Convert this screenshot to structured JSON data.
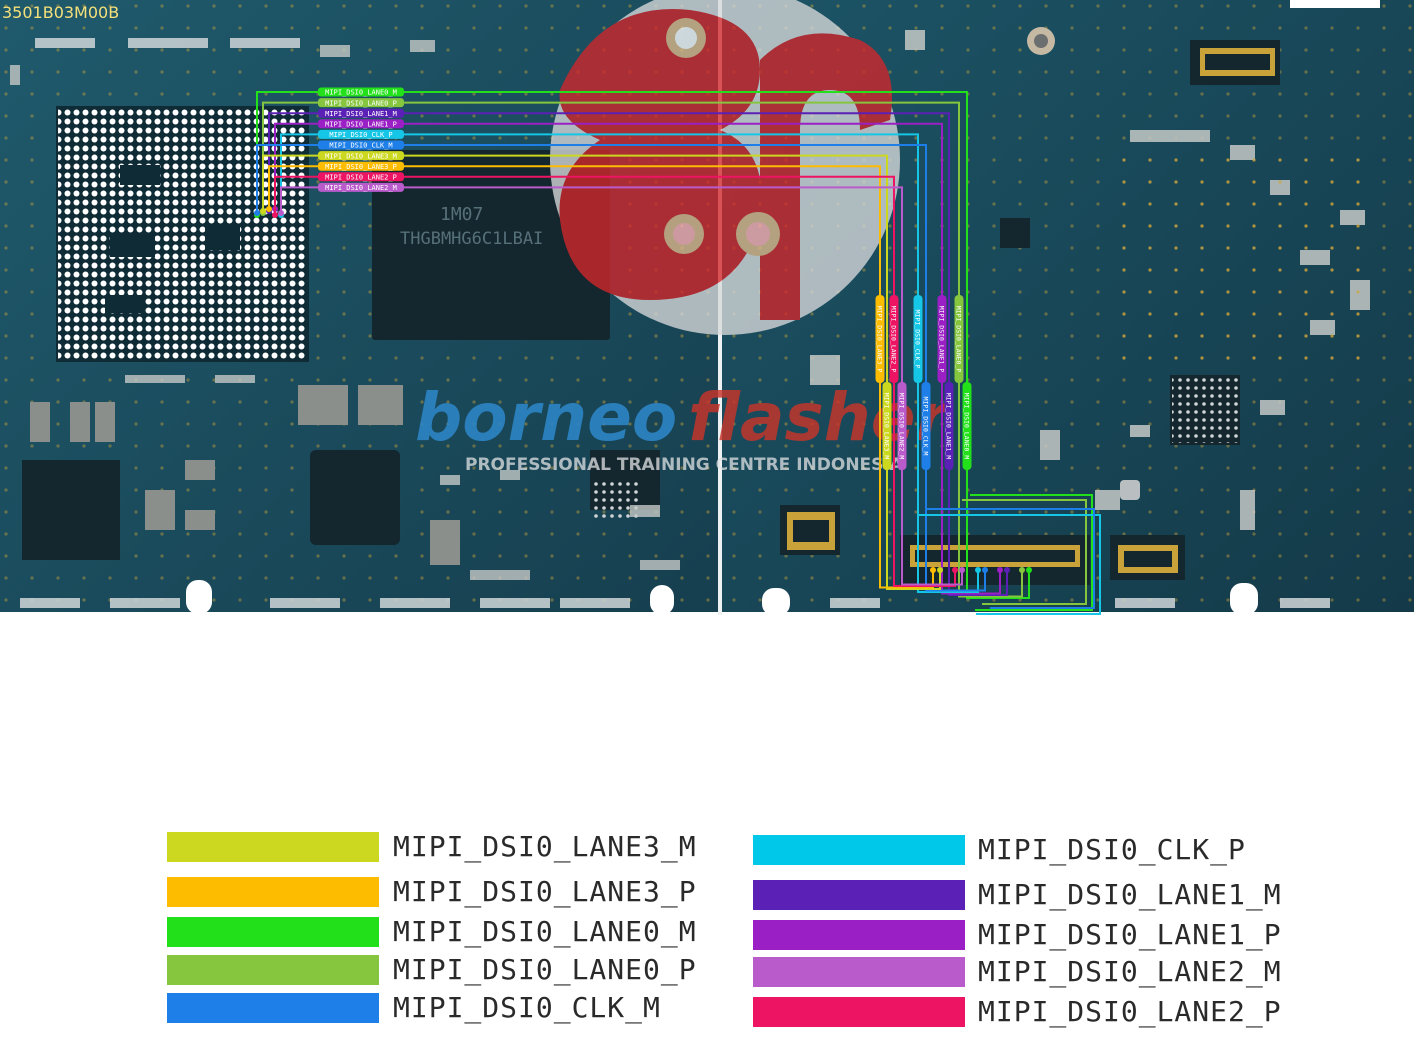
{
  "board": {
    "code_text": "3501B03M00B",
    "chip_marking_1": "1M07",
    "chip_marking_2": "THGBMHG6C1LBAI",
    "watermark_brand_a": "borneo",
    "watermark_brand_b": "flasher",
    "watermark_tagline": "PROFESSIONAL TRAINING CENTRE INDONESIA"
  },
  "signals_left": [
    {
      "label": "MIPI_DSI0_LANE0_M",
      "color": "#22e11a"
    },
    {
      "label": "MIPI_DSI0_LANE0_P",
      "color": "#86c63f"
    },
    {
      "label": "MIPI_DSI0_LANE1_M",
      "color": "#5b21b6"
    },
    {
      "label": "MIPI_DSI0_LANE1_P",
      "color": "#9a1fc4"
    },
    {
      "label": "MIPI_DSI0_CLK_P",
      "color": "#16c6e6"
    },
    {
      "label": "MIPI_DSI0_CLK_M",
      "color": "#1e7fe8"
    },
    {
      "label": "MIPI_DSI0_LANE3_M",
      "color": "#ccd81f"
    },
    {
      "label": "MIPI_DSI0_LANE3_P",
      "color": "#fdbc00"
    },
    {
      "label": "MIPI_DSI0_LANE2_P",
      "color": "#ec1463"
    },
    {
      "label": "MIPI_DSI0_LANE2_M",
      "color": "#ba5bcb"
    }
  ],
  "signals_right": [
    {
      "label": "MIPI_DSI0_LANE3_P",
      "color": "#fdbc00"
    },
    {
      "label": "MIPI_DSI0_LANE3_M",
      "color": "#ccd81f"
    },
    {
      "label": "MIPI_DSI0_LANE2_P",
      "color": "#ec1463"
    },
    {
      "label": "MIPI_DSI0_LANE2_M",
      "color": "#ba5bcb"
    },
    {
      "label": "MIPI_DSI0_CLK_P",
      "color": "#16c6e6"
    },
    {
      "label": "MIPI_DSI0_CLK_M",
      "color": "#1e7fe8"
    },
    {
      "label": "MIPI_DSI0_LANE1_P",
      "color": "#9a1fc4"
    },
    {
      "label": "MIPI_DSI0_LANE1_M",
      "color": "#5b21b6"
    },
    {
      "label": "MIPI_DSI0_LANE0_P",
      "color": "#86c63f"
    },
    {
      "label": "MIPI_DSI0_LANE0_M",
      "color": "#22e11a"
    }
  ],
  "legend_left": [
    {
      "label": "MIPI_DSI0_LANE3_M",
      "color": "#ccd81f"
    },
    {
      "label": "MIPI_DSI0_LANE3_P",
      "color": "#fdbc00"
    },
    {
      "label": "MIPI_DSI0_LANE0_M",
      "color": "#22e11a"
    },
    {
      "label": "MIPI_DSI0_LANE0_P",
      "color": "#86c63f"
    },
    {
      "label": "MIPI_DSI0_CLK_M",
      "color": "#1e7fe8"
    }
  ],
  "legend_right": [
    {
      "label": "MIPI_DSI0_CLK_P",
      "color": "#00c8e8"
    },
    {
      "label": "MIPI_DSI0_LANE1_M",
      "color": "#5b21b6"
    },
    {
      "label": "MIPI_DSI0_LANE1_P",
      "color": "#9a1fc4"
    },
    {
      "label": "MIPI_DSI0_LANE2_M",
      "color": "#ba5bcb"
    },
    {
      "label": "MIPI_DSI0_LANE2_P",
      "color": "#ec1463"
    }
  ]
}
